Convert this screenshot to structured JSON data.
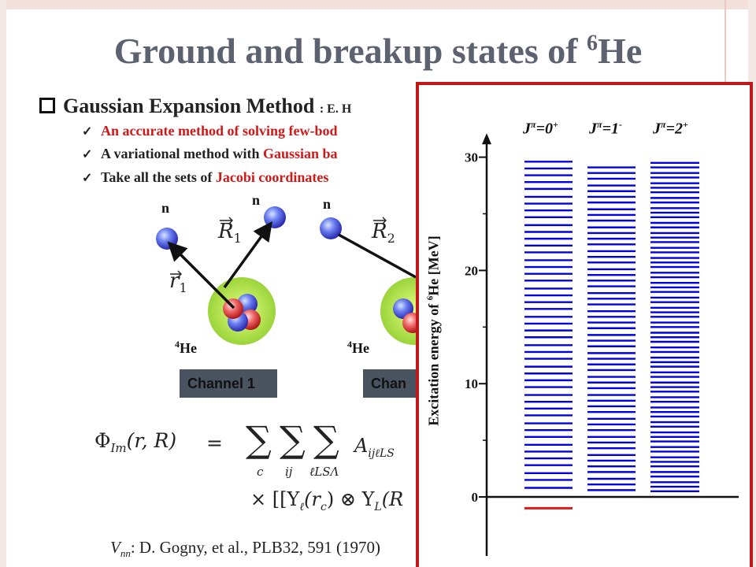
{
  "slide": {
    "title": "Ground and breakup states of ",
    "title_sup": "6",
    "title_tail": "He"
  },
  "section": {
    "heading": "Gaussian Expansion Method",
    "ref": ": E. H"
  },
  "bullets": [
    {
      "red": "An accurate method",
      "rest": " of solving few-bod"
    },
    {
      "plain": "A variational method with ",
      "red": "Gaussian ba"
    },
    {
      "plain": "Take all the sets of ",
      "red": "Jacobi coordinates"
    }
  ],
  "diagram": {
    "neutron_label": "n",
    "core_mass": "4",
    "core_symbol": "He",
    "vector_R1": "R",
    "vector_R1_sub": "1",
    "vector_R2": "R",
    "vector_R2_sub": "2",
    "vector_r1": "r",
    "vector_r1_sub": "1",
    "channel1": "Channel 1",
    "channel2": "Chan"
  },
  "formula": {
    "lhs": "Φ",
    "lhs_sub": "Im",
    "lhs_args": "(r, R)",
    "eq": "=",
    "sum1": "∑",
    "sum1_sub": "c",
    "sum2": "∑",
    "sum2_sub": "ij",
    "sum3": "∑",
    "sum3_sub": "ℓLSΛ",
    "coef": "A",
    "coef_sub": "ijℓLS",
    "line2": "× [[Y",
    "line2_sub": "ℓ",
    "line2_mid": "(r",
    "line2_c": "c",
    "line2_tail": ") ⊗ Y",
    "line2_sub2": "L",
    "line2_end": "(R"
  },
  "footnote": {
    "v": "V",
    "v_sub": "nn",
    "text": ": D. Gogny, et al., PLB32, 591 (1970)"
  },
  "chart_data": {
    "type": "level-spectrum",
    "ylabel_pre": "Excitation energy of ",
    "ylabel_sup": "6",
    "ylabel_post": "He [MeV]",
    "ylim": [
      -2,
      31
    ],
    "yticks": [
      "0",
      "10",
      "20",
      "30"
    ],
    "ytick_values": [
      0,
      10,
      20,
      30
    ],
    "grid": false,
    "colors": {
      "levels": "#0000e0",
      "ground": "#e01818"
    },
    "columns": [
      {
        "j": "J",
        "pi": "π",
        "value": "=0",
        "parity": "+",
        "ground_state": -1,
        "levels": [
          0.8,
          1.5,
          2.1,
          2.8,
          3.4,
          4.0,
          4.6,
          5.3,
          5.9,
          6.5,
          7.2,
          7.8,
          8.4,
          9.0,
          9.7,
          10.3,
          10.9,
          11.5,
          12.2,
          12.8,
          13.4,
          14.1,
          14.7,
          15.3,
          15.9,
          16.6,
          17.2,
          17.8,
          18.4,
          19.1,
          19.7,
          20.3,
          20.9,
          21.6,
          22.2,
          22.8,
          23.4,
          24.0,
          24.7,
          25.3,
          25.9,
          26.5,
          27.2,
          27.8,
          28.4,
          29.0,
          29.6
        ]
      },
      {
        "j": "J",
        "pi": "π",
        "value": "=1",
        "parity": "-",
        "levels": [
          0.6,
          1.1,
          1.6,
          2.2,
          2.7,
          3.2,
          3.7,
          4.3,
          4.8,
          5.3,
          5.9,
          6.4,
          6.9,
          7.5,
          8.0,
          8.5,
          9.0,
          9.6,
          10.1,
          10.6,
          11.2,
          11.7,
          12.2,
          12.7,
          13.3,
          13.8,
          14.3,
          14.9,
          15.4,
          15.9,
          16.4,
          17.0,
          17.5,
          18.0,
          18.6,
          19.1,
          19.6,
          20.1,
          20.7,
          21.2,
          21.7,
          22.3,
          22.8,
          23.3,
          23.8,
          24.4,
          24.9,
          25.4,
          26.0,
          26.5,
          27.0,
          27.5,
          28.1,
          28.6,
          29.1
        ]
      },
      {
        "j": "J",
        "pi": "π",
        "value": "=2",
        "parity": "+",
        "levels": [
          0.5,
          0.9,
          1.3,
          1.8,
          2.2,
          2.7,
          3.1,
          3.5,
          4.0,
          4.4,
          4.9,
          5.3,
          5.7,
          6.2,
          6.6,
          7.1,
          7.5,
          7.9,
          8.4,
          8.8,
          9.3,
          9.7,
          10.1,
          10.6,
          11.0,
          11.5,
          11.9,
          12.3,
          12.8,
          13.2,
          13.7,
          14.1,
          14.5,
          15.0,
          15.4,
          15.9,
          16.3,
          16.7,
          17.2,
          17.6,
          18.1,
          18.5,
          18.9,
          19.4,
          19.8,
          20.3,
          20.7,
          21.1,
          21.6,
          22.0,
          22.5,
          22.9,
          23.3,
          23.8,
          24.2,
          24.7,
          25.1,
          25.5,
          26.0,
          26.4,
          26.9,
          27.3,
          27.7,
          28.2,
          28.6,
          29.1,
          29.5
        ]
      }
    ]
  }
}
